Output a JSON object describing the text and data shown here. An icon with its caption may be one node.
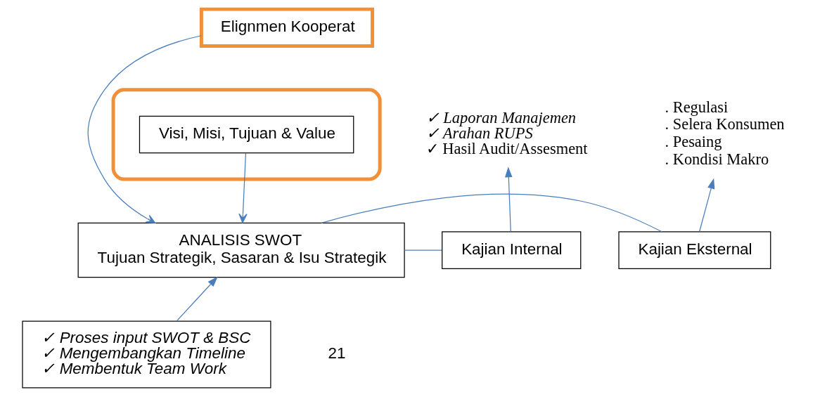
{
  "diagram": {
    "nodes": [
      {
        "text": [
          "Elignmen Kooperat"
        ]
      },
      {
        "text": [],
        "shape": "ellipse"
      },
      {
        "text": [
          "Visi, Misi, Tujuan & Value"
        ],
        "in": 1
      },
      {
        "text": [
          "ANALISIS SWOT",
          "Tujuan Strategik, Sasaran & Isu Strategik"
        ]
      },
      {
        "text": [
          "✓ Laporan Manajemen",
          "✓ Arahan RUPS",
          "✓ Hasil Audit/Assesment"
        ]
      },
      {
        "text": [
          ". Regulasi",
          ". Selera Konsumen",
          ". Pesaing",
          ". Kondisi Makro"
        ]
      },
      {
        "text": [
          "Kajian Internal"
        ]
      },
      {
        "text": [
          "Kajian Eksternal"
        ]
      },
      {
        "text": [
          "✓ Proses input SWOT & BSC",
          "✓ Mengembangkan Timeline",
          "✓ Membentuk Team Work"
        ]
      }
    ],
    "edges": [
      {
        "from": 0,
        "to": 3,
        "arrow": "to"
      },
      {
        "from": 2,
        "to": 3,
        "arrow": "to"
      },
      {
        "from": 3,
        "to": 6,
        "arrow": "none"
      },
      {
        "from": 3,
        "to": 7,
        "arrow": "none"
      },
      {
        "from": 6,
        "to": 4,
        "arrow": "to"
      },
      {
        "from": 7,
        "to": 5,
        "arrow": "to"
      },
      {
        "from": 8,
        "to": 3,
        "arrow": "to"
      }
    ],
    "labels": [
      "21"
    ]
  }
}
